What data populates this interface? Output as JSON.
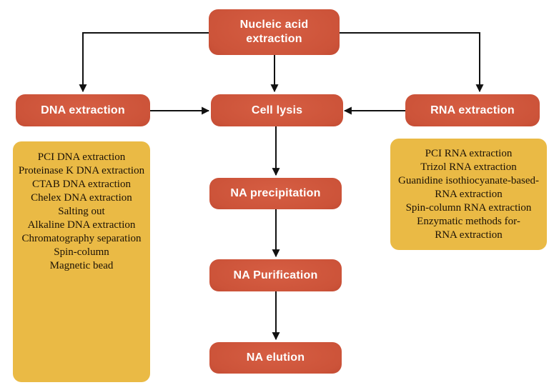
{
  "diagram": {
    "title": "Nucleic acid extraction flowchart",
    "colors": {
      "background": "#ffffff",
      "line": "#111111",
      "node_fill_center": "#d65e43",
      "node_fill_mid": "#cc5339",
      "node_fill_edge": "#ae3b28",
      "node_text": "#ffffff",
      "panel_fill": "#eaba45",
      "panel_text": "#1c1206"
    },
    "nodes": {
      "root": {
        "label": "Nucleic acid extraction"
      },
      "dna": {
        "label": "DNA extraction"
      },
      "cell_lysis": {
        "label": "Cell lysis"
      },
      "rna": {
        "label": "RNA extraction"
      },
      "na_precipitation": {
        "label": "NA precipitation"
      },
      "na_purification": {
        "label": "NA Purification"
      },
      "na_elution": {
        "label": "NA elution"
      }
    },
    "dna_methods": [
      "PCI DNA extraction",
      "Proteinase K DNA extraction",
      "CTAB DNA extraction",
      "Chelex DNA extraction",
      "Salting out",
      "Alkaline DNA extraction",
      "Chromatography separation",
      "Spin-column",
      "Magnetic bead"
    ],
    "rna_methods": [
      "PCI RNA extraction",
      "Trizol RNA extraction",
      "Guanidine isothiocyanate-based-",
      "RNA extraction",
      "Spin-column RNA extraction",
      "Enzymatic methods for-",
      "RNA extraction"
    ]
  }
}
